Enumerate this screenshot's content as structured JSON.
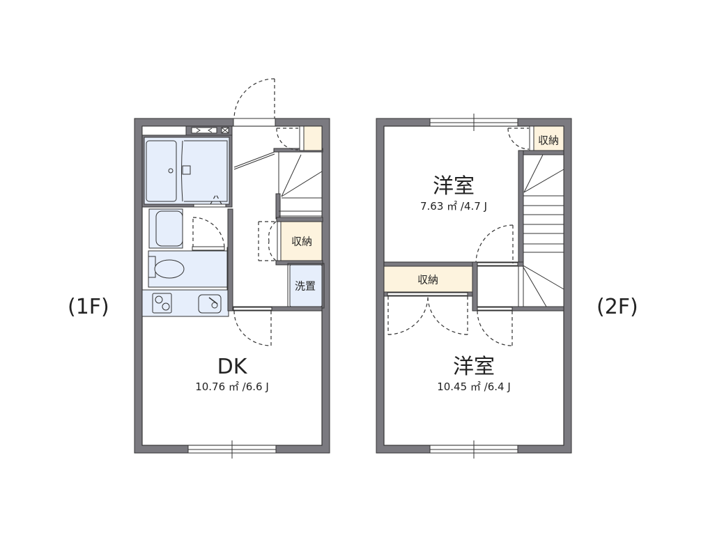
{
  "floors": [
    {
      "label": "(1F)",
      "rooms": [
        {
          "name": "DK",
          "area": "10.76 ㎡ /6.6 J"
        },
        {
          "name": "収納",
          "type": "storage"
        },
        {
          "name": "洗置",
          "type": "washer-space"
        }
      ]
    },
    {
      "label": "(2F)",
      "rooms": [
        {
          "name": "洋室",
          "area": "7.63 ㎡ /4.7 J"
        },
        {
          "name": "洋室",
          "area": "10.45 ㎡ /6.4 J"
        },
        {
          "name": "収納",
          "type": "storage-top"
        },
        {
          "name": "収納",
          "type": "storage-closet"
        }
      ]
    }
  ],
  "colors": {
    "wall": "#7b7a80",
    "wall_edge": "#333333",
    "wet_area": "#e6eefb",
    "storage": "#fdf3de",
    "background": "#ffffff"
  }
}
